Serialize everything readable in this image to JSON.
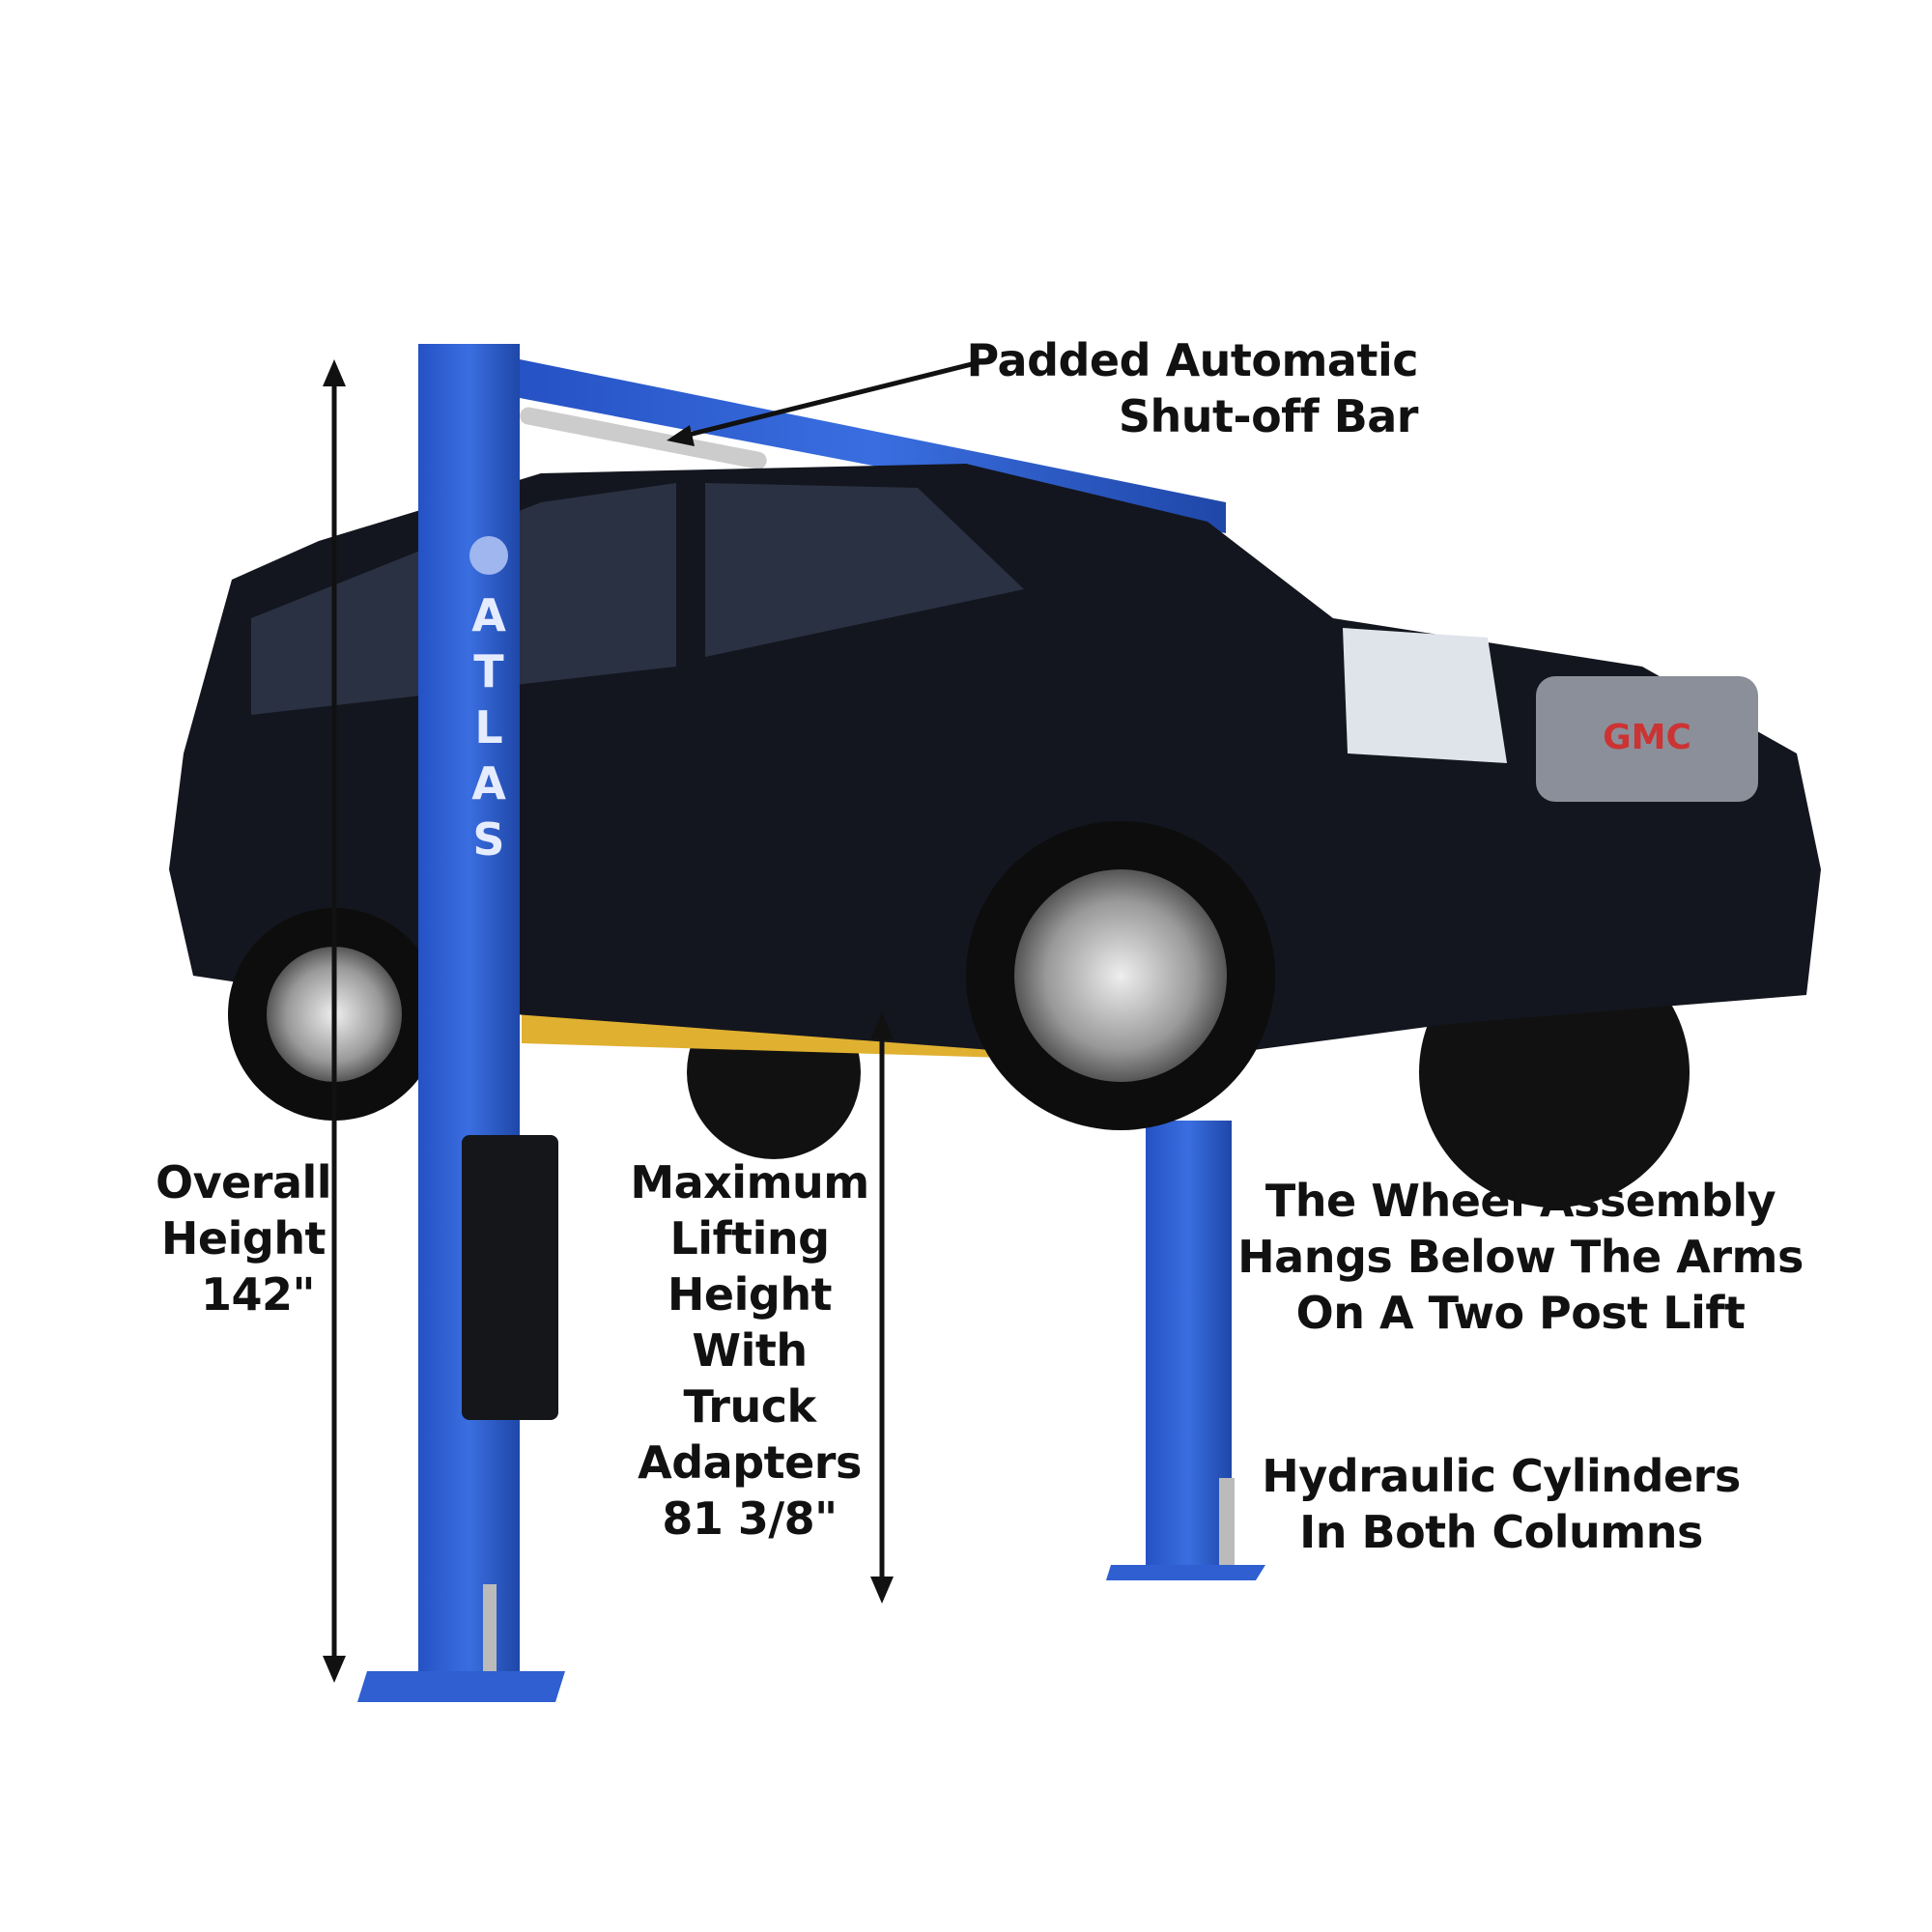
{
  "callouts": {
    "shutoff_bar": [
      "Padded Automatic",
      "Shut-off Bar"
    ],
    "overall_height": [
      "Overall",
      "Height",
      "142\""
    ],
    "max_lift": [
      "Maximum",
      "Lifting",
      "Height",
      "With",
      "Truck",
      "Adapters",
      "81 3/8\""
    ],
    "wheel_assembly": [
      "The Wheel Assembly",
      "Hangs Below The Arms",
      "On A Two Post Lift"
    ],
    "hydraulic": [
      "Hydraulic Cylinders",
      "In Both Columns"
    ]
  },
  "brand_text": "ATLAS",
  "car_badge": "GMC",
  "colors": {
    "post": "#2f5fd0",
    "arm": "#e0b030",
    "car": "#14161f",
    "text": "#111111"
  }
}
